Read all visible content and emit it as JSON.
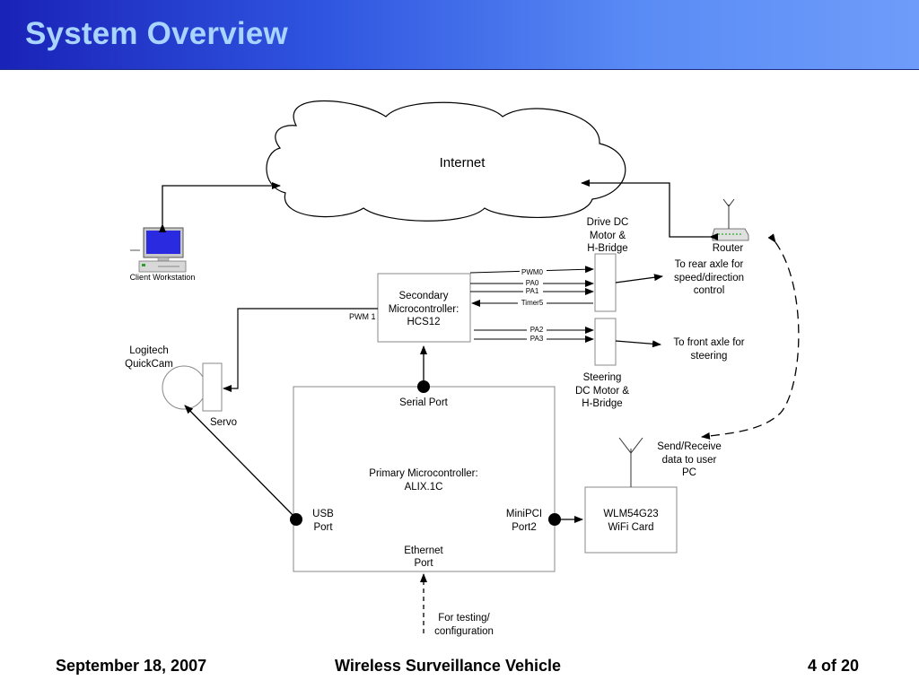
{
  "header": {
    "title": "System Overview"
  },
  "diagram": {
    "internet": "Internet",
    "client_workstation": "Client Workstation",
    "router": "Router",
    "drive_motor": [
      "Drive DC",
      "Motor &",
      "H-Bridge"
    ],
    "steering_motor": [
      "Steering",
      "DC Motor &",
      "H-Bridge"
    ],
    "rear_axle": [
      "To rear axle for",
      "speed/direction",
      "control"
    ],
    "front_axle": [
      "To front axle for",
      "steering"
    ],
    "secondary_mc": [
      "Secondary",
      "Microcontroller:",
      "HCS12"
    ],
    "pwm1": "PWM 1",
    "signals_drive": [
      "PWM0",
      "PA0",
      "PA1",
      "Timer5"
    ],
    "signals_steer": [
      "PA2",
      "PA3"
    ],
    "webcam": [
      "Logitech",
      "QuickCam"
    ],
    "servo": "Servo",
    "serial_port": "Serial Port",
    "primary_mc": [
      "Primary Microcontroller:",
      "ALIX.1C"
    ],
    "usb_port": [
      "USB",
      "Port"
    ],
    "minipci_port": [
      "MiniPCI",
      "Port2"
    ],
    "ethernet_port": [
      "Ethernet",
      "Port"
    ],
    "wifi_card": [
      "WLM54G23",
      "WiFi Card"
    ],
    "send_receive": [
      "Send/Receive",
      "data to user",
      "PC"
    ],
    "testing": [
      "For testing/",
      "configuration"
    ]
  },
  "footer": {
    "date": "September 18, 2007",
    "project": "Wireless Surveillance Vehicle",
    "page": "4 of 20"
  }
}
